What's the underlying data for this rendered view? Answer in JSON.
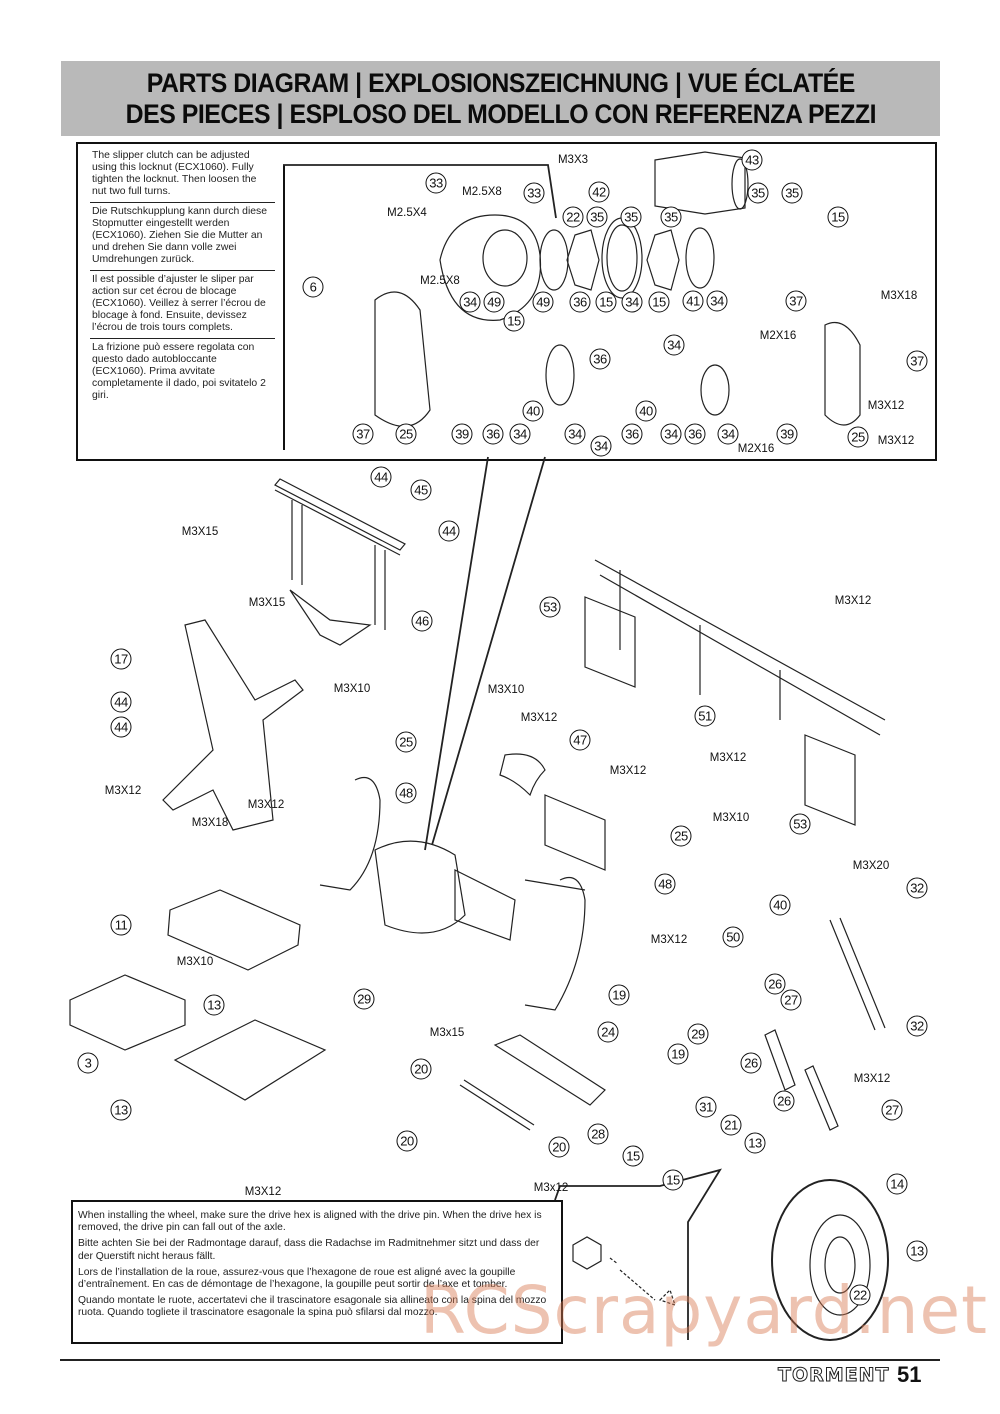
{
  "header": {
    "line1": "PARTS DIAGRAM | EXPLOSIONSZEICHNUNG | VUE ÉCLATÉE",
    "line2": "DES PIECES | ESPLOSO DEL MODELLO CON REFERENZA PEZZI"
  },
  "slipper_note": [
    "The slipper clutch can be adjusted using this locknut (ECX1060). Fully tighten the locknut. Then loosen the nut two full turns.",
    "Die Rutschkupplung kann durch diese Stopmutter eingestellt werden (ECX1060). Ziehen Sie die Mutter an und drehen Sie dann volle zwei Umdrehungen zurück.",
    "Il est possible d’ajuster le sliper par action sur cet écrou de blocage (ECX1060). Veillez à serrer l’écrou de blocage à fond. Ensuite, devissez l’écrou de trois tours complets.",
    "La frizione può essere regolata con questo dado autobloccante (ECX1060). Prima avvitate completamente il dado, poi svitatelo 2 giri."
  ],
  "wheel_note": [
    "When installing the wheel, make sure the drive hex is aligned with the drive pin. When the drive hex is removed, the drive pin can fall out of the axle.",
    "Bitte achten Sie bei der Radmontage darauf, dass die Radachse im Radmitnehmer sitzt und dass der der Querstift nicht heraus fällt.",
    "Lors de l’installation de la roue, assurez-vous que l’hexagone de roue est aligné avec la goupille d’entraînement. En cas de démontage de l’hexagone, la goupille peut sortir de l’axe et tomber.",
    "Quando montate le ruote, accertatevi che il trascinatore esagonale sia allineato con la spina del mozzo ruota. Quando togliete il trascinatore esagonale la spina può sfilarsi dal mozzo."
  ],
  "transmission_callouts": [
    "33",
    "33",
    "22",
    "35",
    "35",
    "35",
    "43",
    "42",
    "35",
    "35",
    "15",
    "41",
    "34",
    "37",
    "6",
    "34",
    "49",
    "15",
    "49",
    "36",
    "15",
    "34",
    "15",
    "34",
    "36",
    "37",
    "25",
    "39",
    "36",
    "34",
    "40",
    "34",
    "34",
    "36",
    "40",
    "34",
    "36",
    "34",
    "39",
    "25",
    "37"
  ],
  "transmission_labels": [
    "M3X3",
    "M2.5X8",
    "M2.5X4",
    "M2.5X8",
    "M3X18",
    "M2X16",
    "M2X16",
    "M3X12",
    "M3X12"
  ],
  "chassis_callouts": [
    "44",
    "45",
    "44",
    "46",
    "17",
    "44",
    "44",
    "25",
    "48",
    "53",
    "51",
    "47",
    "53",
    "25",
    "48",
    "11",
    "13",
    "29",
    "3",
    "13",
    "24",
    "19",
    "29",
    "19",
    "20",
    "20",
    "20",
    "28",
    "31",
    "15",
    "15",
    "21",
    "13",
    "50",
    "40",
    "32",
    "26",
    "27",
    "26",
    "32",
    "26",
    "27",
    "14",
    "13",
    "22"
  ],
  "chassis_labels": [
    "M3X15",
    "M3X15",
    "M3X10",
    "M3X12",
    "M3X12",
    "M3X12",
    "M3X10",
    "M3X12",
    "M3X12",
    "M3X12",
    "M3X10",
    "M3X18",
    "M3X10",
    "M3X12",
    "M3X12",
    "M3x15",
    "M3x12",
    "M3X20",
    "M3X12"
  ],
  "footer": {
    "brand": "TORMENT",
    "page_number": "51"
  },
  "watermark": "RCScrapyard.net"
}
